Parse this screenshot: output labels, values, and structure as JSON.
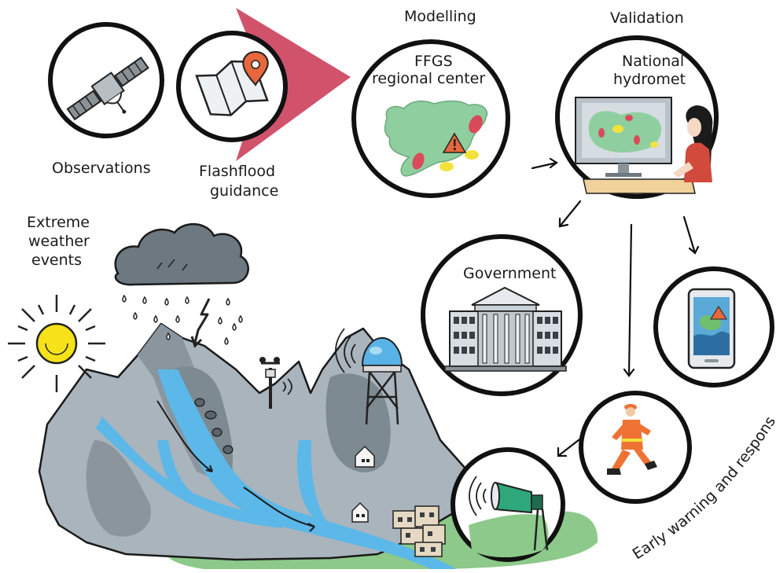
{
  "labels": {
    "observations": "Observations",
    "flashflood_line1": "Flashflood",
    "flashflood_line2": "guidance",
    "modelling": "Modelling",
    "ffgs_line1": "FFGS",
    "ffgs_line2": "regional center",
    "validation": "Validation",
    "hydromet_line1": "National",
    "hydromet_line2": "hydromet",
    "government": "Government",
    "extreme_line1": "Extreme",
    "extreme_line2": "weather",
    "extreme_line3": "events",
    "early_warning": "Early warning and response"
  },
  "icons": [
    "satellite-icon",
    "map-pin-icon",
    "warning-icon",
    "computer-monitor-icon",
    "person-icon",
    "government-building-icon",
    "smartphone-icon",
    "rescuer-icon",
    "loudspeaker-icon",
    "sun-icon",
    "rain-cloud-icon",
    "lightning-icon",
    "weather-station-icon",
    "radar-tower-icon",
    "house-icon"
  ],
  "colors": {
    "arrow_red": "#d0536b",
    "map_green": "#8fcf9f",
    "flood_red": "#d94a5a",
    "flood_yellow": "#f2e23d",
    "water_blue": "#5bb8e8",
    "mountain_grey": "#a9b4bd",
    "grass_green": "#8cc98a",
    "rescuer_orange": "#ee7233",
    "sun_yellow": "#f7e21a",
    "cloud_grey": "#6d7880"
  }
}
